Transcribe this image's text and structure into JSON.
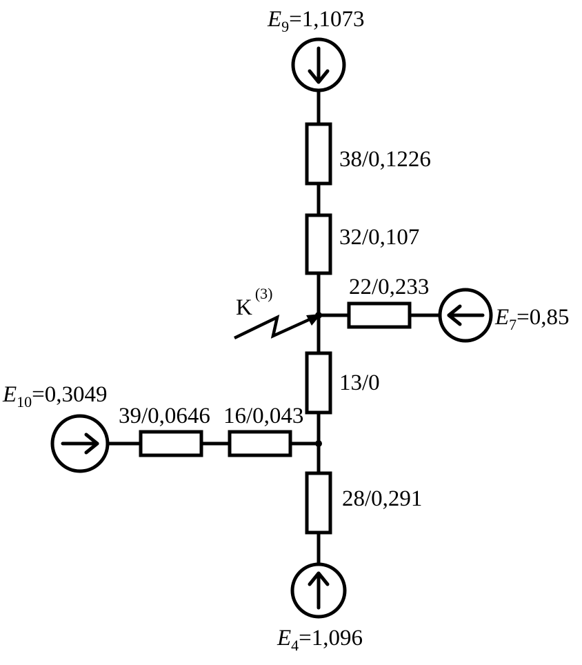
{
  "fault": {
    "letter": "K",
    "superscript": "(3)"
  },
  "sources": [
    {
      "id": "E9",
      "letter": "E",
      "index": "9",
      "value": "=1,1073",
      "arrow": "down"
    },
    {
      "id": "E7",
      "letter": "E",
      "index": "7",
      "value": "=0,85",
      "arrow": "left"
    },
    {
      "id": "E10",
      "letter": "E",
      "index": "10",
      "value": "=0,3049",
      "arrow": "right"
    },
    {
      "id": "E4",
      "letter": "E",
      "index": "4",
      "value": "=1,096",
      "arrow": "up"
    }
  ],
  "resistors": [
    {
      "id": "r38",
      "label": "38/0,1226"
    },
    {
      "id": "r32",
      "label": "32/0,107"
    },
    {
      "id": "r22",
      "label": "22/0,233"
    },
    {
      "id": "r13",
      "label": "13/0"
    },
    {
      "id": "r39",
      "label": "39/0,0646"
    },
    {
      "id": "r16",
      "label": "16/0,043"
    },
    {
      "id": "r28",
      "label": "28/0,291"
    }
  ]
}
